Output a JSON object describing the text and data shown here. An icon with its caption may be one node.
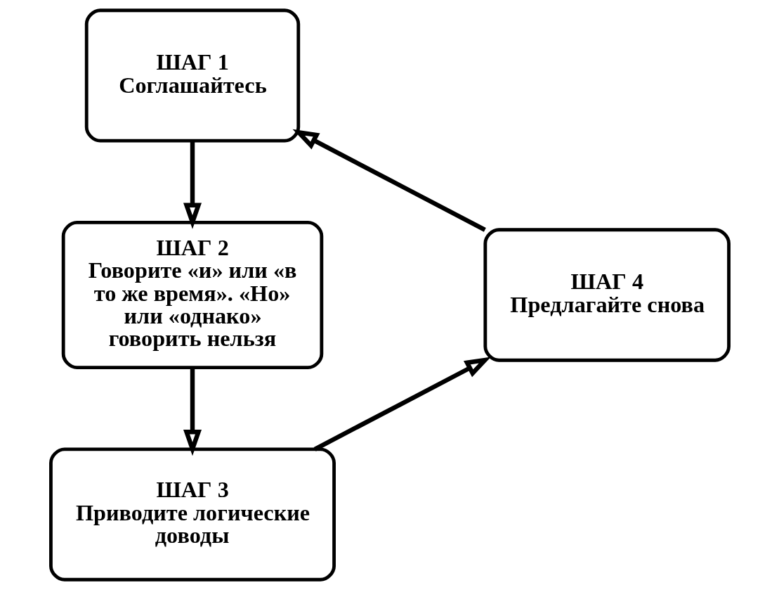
{
  "diagram": {
    "nodes": [
      {
        "text": [
          "ШАГ 1",
          "Соглашайтесь"
        ]
      },
      {
        "text": [
          "ШАГ 2",
          "Говорите «и» или «в то же время». «Но» или «однако» говорить нельзя"
        ]
      },
      {
        "text": [
          "ШАГ 3",
          "Приводите логические доводы"
        ]
      },
      {
        "text": [
          "ШАГ 4",
          "Предлагайте снова"
        ]
      }
    ],
    "edges": [
      {
        "from": 0,
        "to": 1,
        "arrow": "to"
      },
      {
        "from": 1,
        "to": 2,
        "arrow": "to"
      },
      {
        "from": 2,
        "to": 3,
        "arrow": "to"
      },
      {
        "from": 3,
        "to": 0,
        "arrow": "to"
      }
    ]
  }
}
